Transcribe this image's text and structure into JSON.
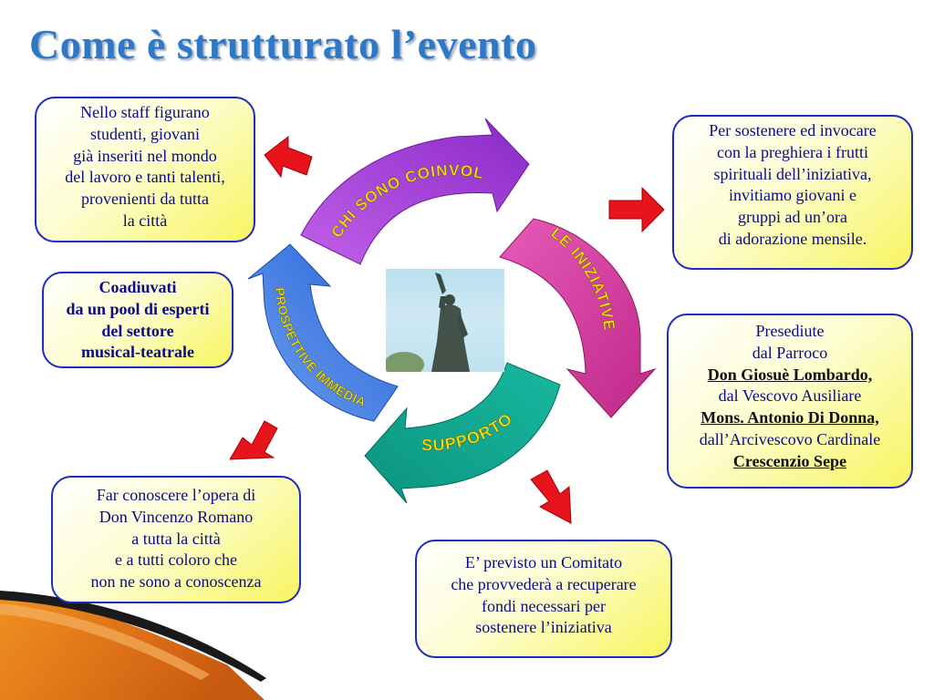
{
  "title": "Come è strutturato l’evento",
  "cycle": {
    "segments": [
      {
        "label": "CHI SONO COINVOLTI",
        "color": "#a040d8"
      },
      {
        "label": "LE INIZIATIVE",
        "color": "#d83aa0"
      },
      {
        "label": "SUPPORTO",
        "color": "#14a890"
      },
      {
        "label": "PROSPETTIVE IMMEDIATE E FUTURE",
        "color": "#3a78e8"
      }
    ],
    "label_color": "#f0e010"
  },
  "boxes": {
    "staff": [
      "Nello staff figurano",
      "studenti, giovani",
      "già inseriti nel mondo",
      "del lavoro e tanti talenti,",
      "provenienti da tutta",
      "la città"
    ],
    "experts": [
      "Coadiuvati",
      "da un pool di esperti",
      "del settore",
      "musical-teatrale"
    ],
    "prayer": [
      "Per sostenere ed invocare",
      "con la preghiera i frutti",
      "spirituali dell’iniziativa,",
      "invitiamo giovani e",
      "gruppi ad un’ora",
      "di adorazione mensile."
    ],
    "presided": {
      "line1": "Presediute",
      "line2": "dal Parroco",
      "line3": "Don Giosuè Lombardo,",
      "line4": "dal Vescovo Ausiliare",
      "line5": "Mons. Antonio Di Donna,",
      "line6": "dall’Arcivescovo  Cardinale",
      "line7": "Crescenzio Sepe"
    },
    "promote": [
      "Far conoscere l’opera di",
      "Don Vincenzo Romano",
      "a tutta la città",
      "e a tutti coloro che",
      "non ne sono a conoscenza"
    ],
    "committee": [
      "E’ previsto un Comitato",
      "che provvederà a recuperare",
      "fondi necessari per",
      "sostenere l’iniziativa"
    ]
  },
  "arrow_color": "#e8141c",
  "photo": {
    "subject": "statue"
  }
}
